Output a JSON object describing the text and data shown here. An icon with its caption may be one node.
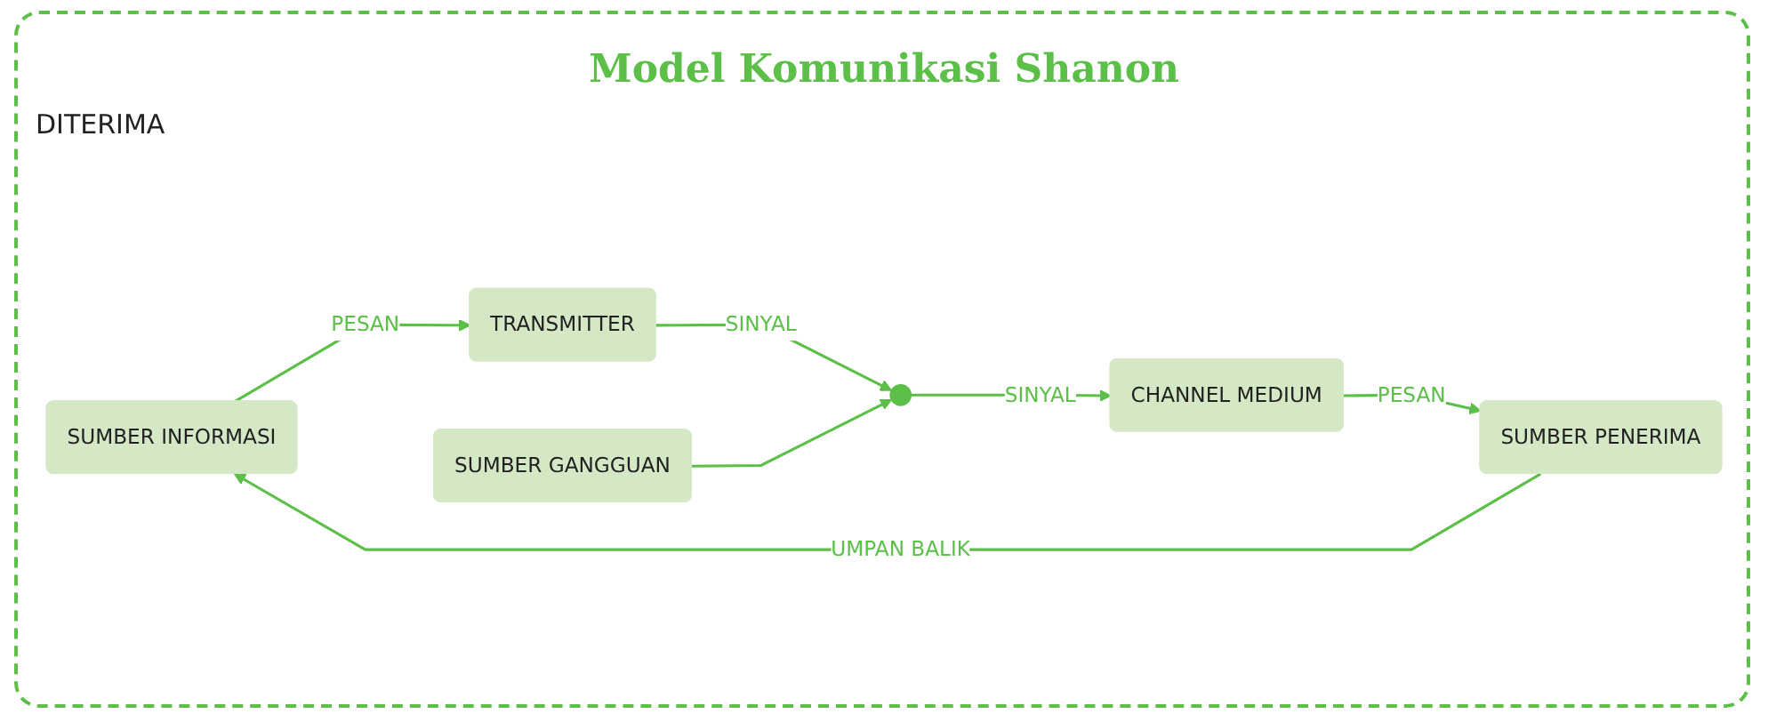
{
  "diagram": {
    "title": "Model Komunikasi Shanon",
    "nodes": [
      {
        "text": [
          "SUMBER INFORMASI"
        ]
      },
      {
        "text": [
          "TRANSMITTER"
        ]
      },
      {
        "text": [],
        "shape": "circle"
      },
      {
        "text": [
          "CHANNEL MEDIUM"
        ]
      },
      {
        "text": [
          "SUMBER PENERIMA"
        ]
      },
      {
        "text": [
          "SUMBER GANGGUAN"
        ]
      }
    ],
    "edges": [
      {
        "from": 0,
        "to": 1,
        "arrow": "to",
        "label": "PESAN"
      },
      {
        "from": 1,
        "to": 2,
        "arrow": "to",
        "label": "SINYAL"
      },
      {
        "from": 2,
        "to": 3,
        "arrow": "to",
        "label": "SINYAL"
      },
      {
        "from": 3,
        "to": 4,
        "arrow": "to",
        "label": "PESAN"
      },
      {
        "from": 5,
        "to": 2,
        "arrow": "to"
      },
      {
        "from": 4,
        "to": 0,
        "arrow": "to",
        "label": "UMPAN BALIK"
      }
    ],
    "labels": [
      "DITERIMA"
    ]
  }
}
